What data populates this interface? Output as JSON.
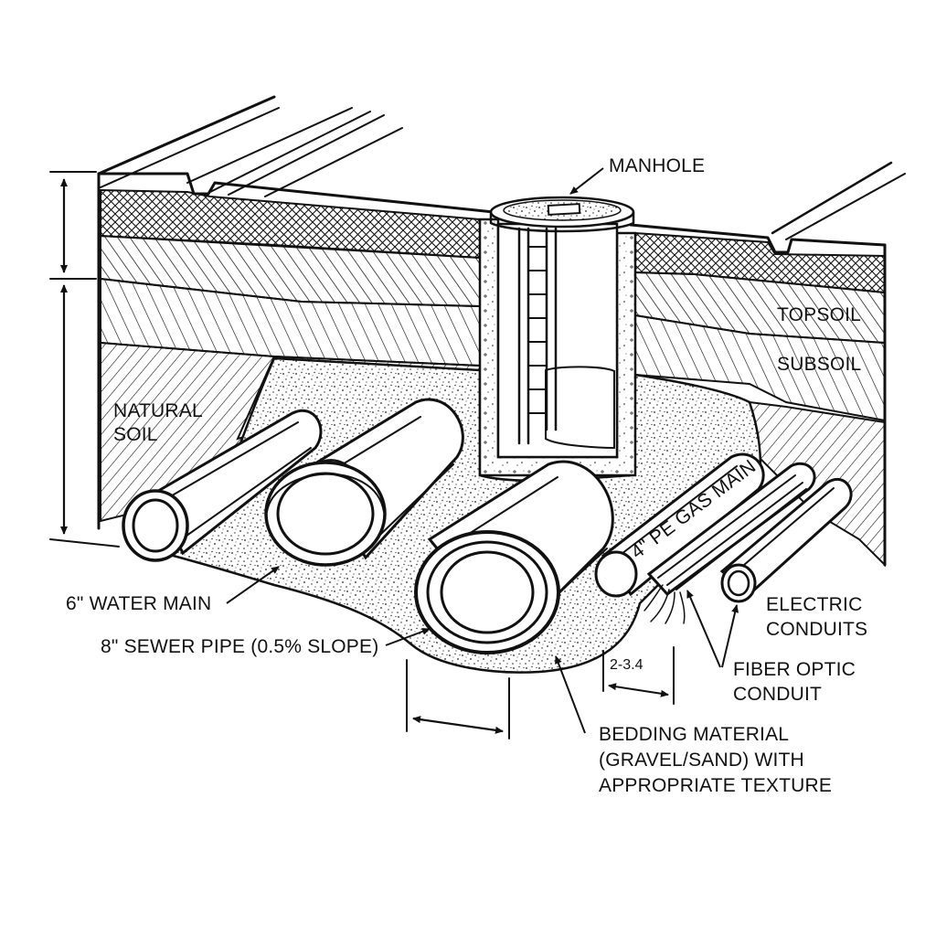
{
  "labels": {
    "manhole": "MANHOLE",
    "topsoil": "TOPSOIL",
    "subsoil": "SUBSOIL",
    "natural_soil_1": "NATURAL",
    "natural_soil_2": "SOIL",
    "water_main": "6\" WATER MAIN",
    "sewer_pipe": "8\" SEWER PIPE (0.5% SLOPE)",
    "gas_main": "4\" PE GAS MAIN",
    "electric_1": "ELECTRIC",
    "electric_2": "CONDUITS",
    "fiber_1": "FIBER OPTIC",
    "fiber_2": "CONDUIT",
    "dimension": "2-3.4",
    "bedding_1": "BEDDING MATERIAL",
    "bedding_2": "(GRAVEL/SAND) WITH",
    "bedding_3": "APPROPRIATE TEXTURE"
  },
  "colors": {
    "ink": "#111111",
    "paper": "#ffffff"
  }
}
